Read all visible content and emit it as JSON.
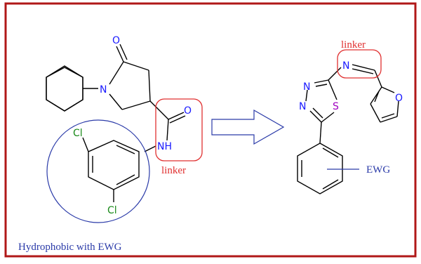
{
  "colors": {
    "frame": "#b01818",
    "bond": "#000000",
    "oxygen": "#1a1aff",
    "nitrogen": "#1a1aff",
    "sulfur": "#a000c0",
    "chlorine": "#1a8a1a",
    "linker_box": "#e03030",
    "linker_text": "#e03030",
    "circle": "#2a3aa8",
    "arrow": "#2a3aa8",
    "ewg_label": "#2a3aa8"
  },
  "labels": {
    "left_linker": "linker",
    "right_linker": "linker",
    "hydrophobic": "Hydrophobic with EWG",
    "ewg": "EWG"
  },
  "atoms": {
    "o_top": "O",
    "n_ring": "N",
    "o_amide": "O",
    "nh": "NH",
    "cl_top": "Cl",
    "cl_bottom": "Cl",
    "n1_thiad": "N",
    "n2_thiad": "N",
    "s_thiad": "S",
    "n_imine": "N",
    "o_furan": "O"
  }
}
